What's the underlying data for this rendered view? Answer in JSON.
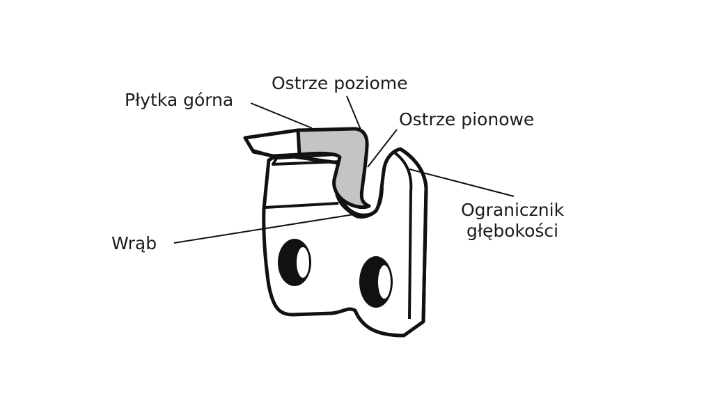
{
  "labels": {
    "top_plate": "Płytka górna",
    "horizontal_edge": "Ostrze poziome",
    "vertical_edge": "Ostrze pionowe",
    "depth_gauge_line1": "Ogranicznik",
    "depth_gauge_line2": "głębokości",
    "gullet": "Wrąb"
  },
  "colors": {
    "outline": "#111111",
    "cutting_edge_fill": "#c4c4c4",
    "body_fill": "#ffffff",
    "rivet_hole": "#111111"
  }
}
